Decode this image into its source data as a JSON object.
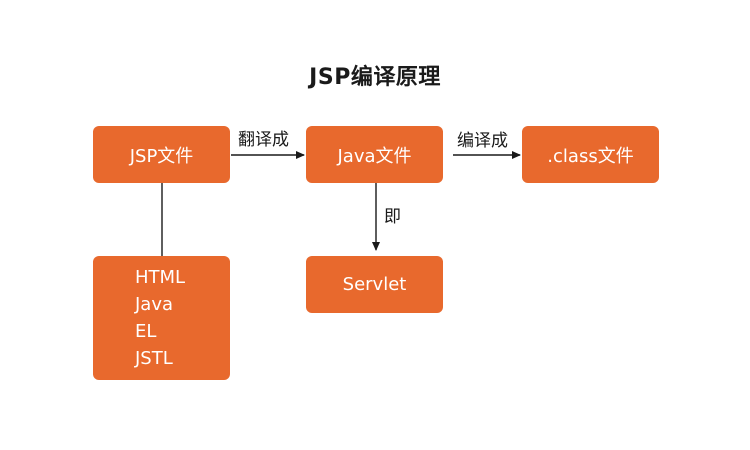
{
  "title": "JSP编译原理",
  "nodes": {
    "jsp_file": "JSP文件",
    "java_file": "Java文件",
    "class_file": ".class文件",
    "servlet": "Servlet",
    "jsp_contents": [
      "HTML",
      "Java",
      "EL",
      "JSTL"
    ]
  },
  "edge_labels": {
    "translate": "翻译成",
    "compile": "编译成",
    "is": "即"
  },
  "colors": {
    "box_fill": "#e8692d",
    "box_text": "#ffffff",
    "text": "#1a1a1a",
    "line": "#1a1a1a"
  }
}
